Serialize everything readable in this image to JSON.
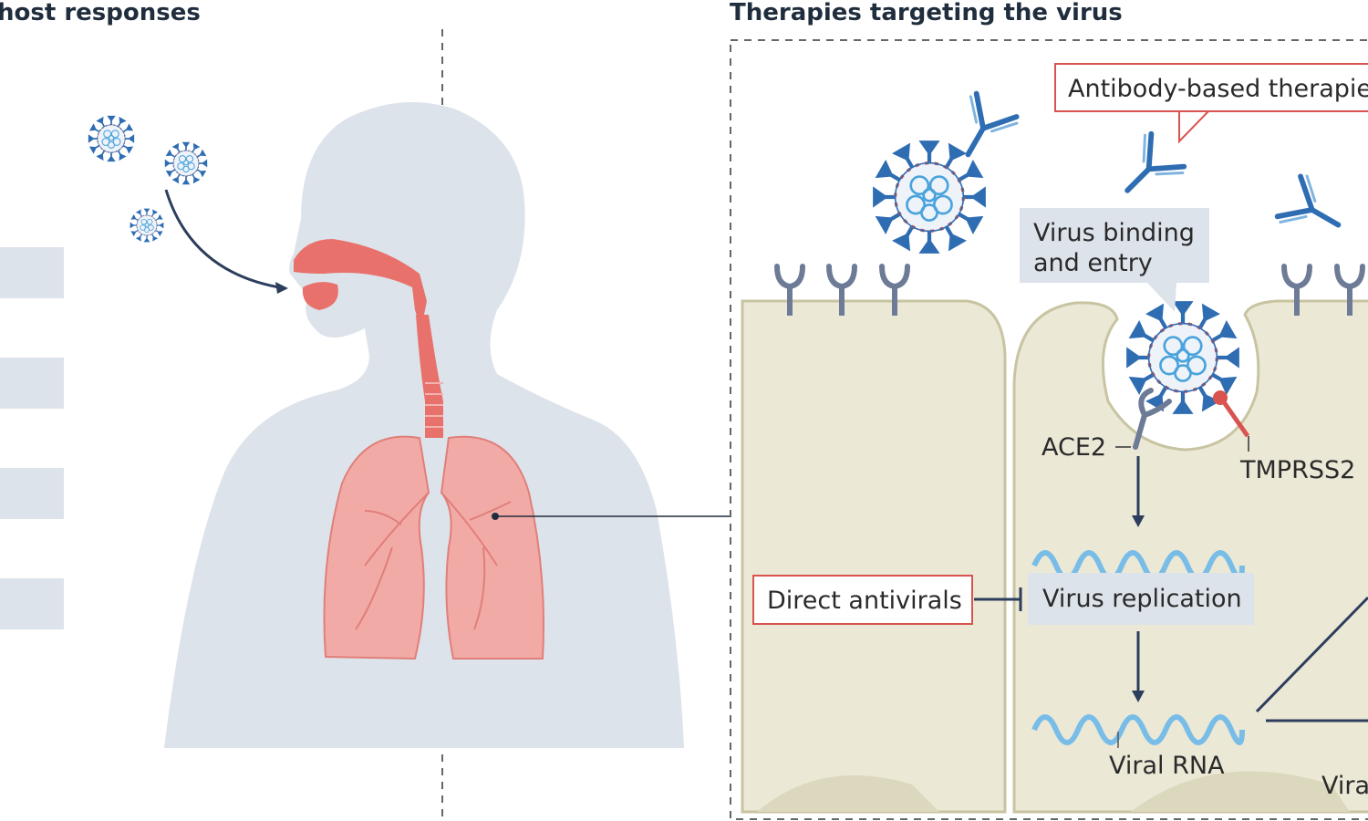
{
  "left_panel": {
    "title": "host responses"
  },
  "right_panel": {
    "title": "Therapies targeting the virus",
    "labels": {
      "antibody_therapies": "Antibody-based therapie",
      "virus_binding_line1": "Virus binding",
      "virus_binding_line2": "and entry",
      "ace2": "ACE2",
      "tmprss2": "TMPRSS2",
      "direct_antivirals": "Direct antivirals",
      "virus_replication": "Virus replication",
      "viral_rna": "Viral RNA",
      "viral_cut": "Vira"
    }
  },
  "colors": {
    "silhouette": "#dde3ea",
    "airway": "#e8716b",
    "lung": "#f2aaa6",
    "cell": "#ebe8d6",
    "cell_border": "#c8c4a2",
    "label_box": "#dde3ea",
    "therapy_border": "#d9534f",
    "virus_blue": "#2f6db3",
    "receptor": "#6d7b96",
    "arrow": "#2c3e5c"
  }
}
